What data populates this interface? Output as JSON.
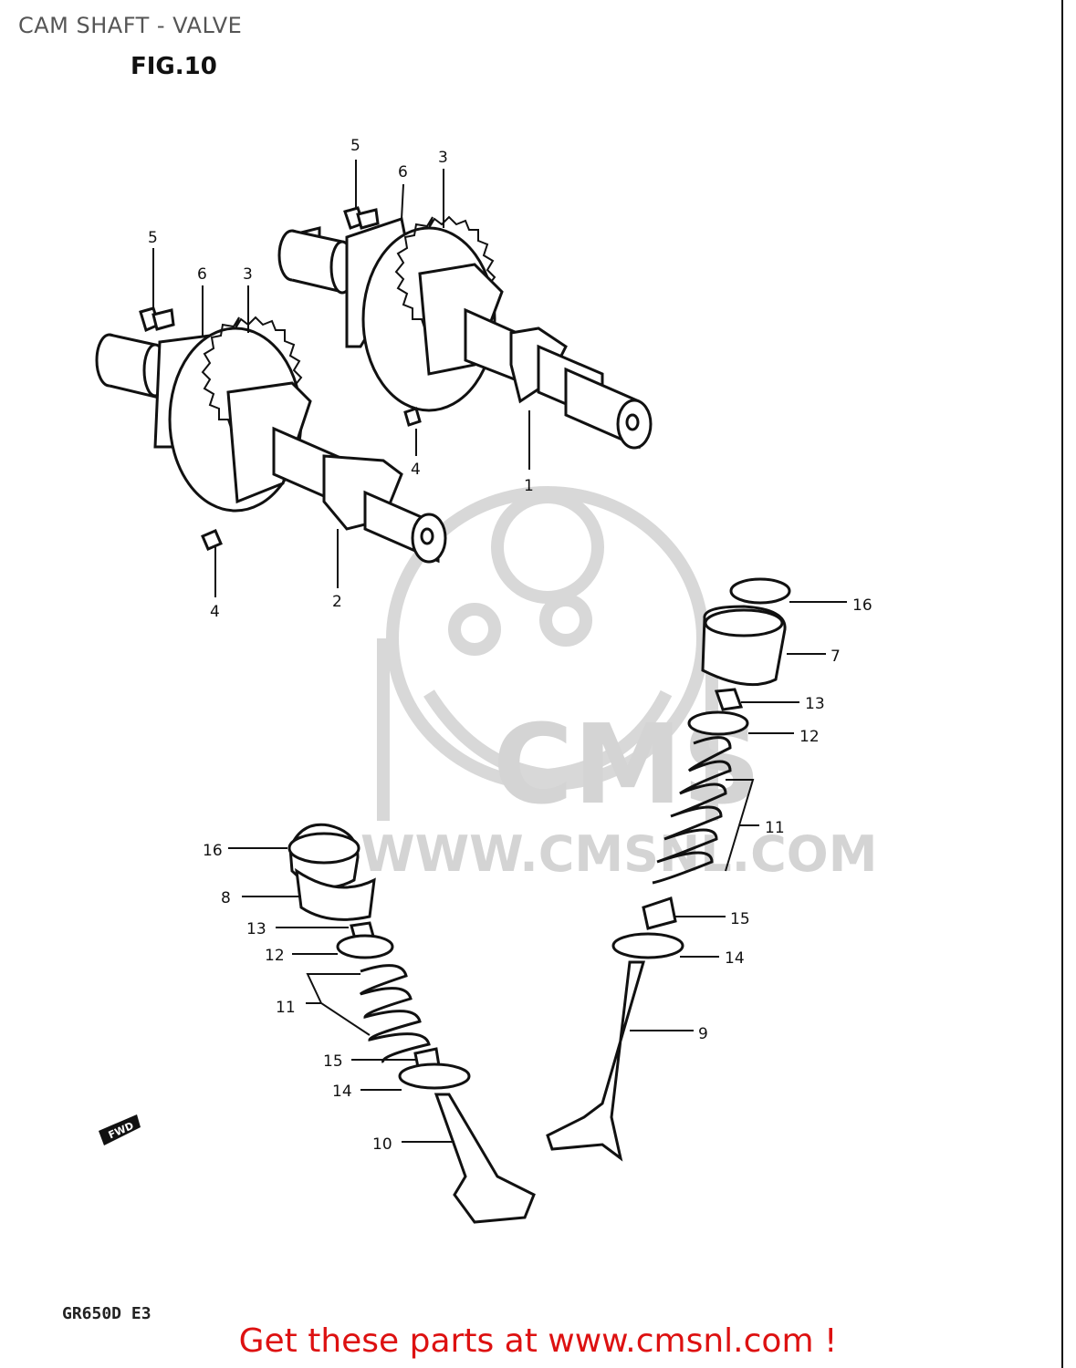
{
  "header": {
    "title": "CAM SHAFT - VALVE",
    "figure": "FIG.10"
  },
  "watermark": {
    "logo_text": "CMS",
    "url_text": "WWW.CMSNL.COM"
  },
  "direction_marker": {
    "text": "FWD"
  },
  "callouts": {
    "c1": "1",
    "c2": "2",
    "c3a": "3",
    "c3b": "3",
    "c4a": "4",
    "c4b": "4",
    "c5a": "5",
    "c5b": "5",
    "c6a": "6",
    "c6b": "6",
    "c7": "7",
    "c8": "8",
    "c9": "9",
    "c10": "10",
    "c11a": "11",
    "c11b": "11",
    "c12a": "12",
    "c12b": "12",
    "c13a": "13",
    "c13b": "13",
    "c14a": "14",
    "c14b": "14",
    "c15a": "15",
    "c15b": "15",
    "c16a": "16",
    "c16b": "16"
  },
  "model_code": "GR650D E3",
  "footer": {
    "link_text": "Get these parts at www.cmsnl.com !"
  },
  "colors": {
    "footer_link": "#dd1111",
    "watermark": "#d4d4d4",
    "line_art": "#111111"
  }
}
